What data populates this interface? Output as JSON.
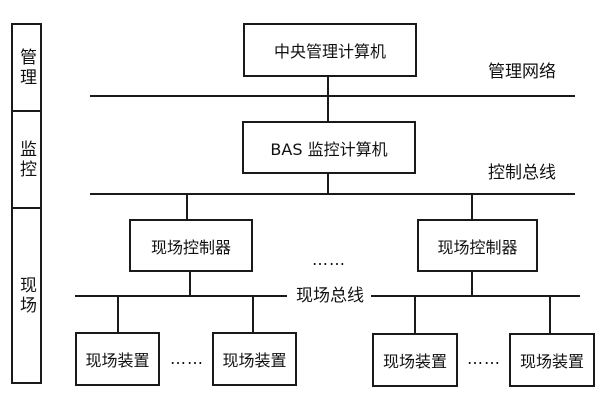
{
  "sidebar": {
    "levels": [
      {
        "label": "管理"
      },
      {
        "label": "监控"
      },
      {
        "label": "现场"
      }
    ]
  },
  "diagram": {
    "central_computer": {
      "label": "中央管理计算机"
    },
    "bas_computer": {
      "label": "BAS 监控计算机"
    },
    "buses": {
      "management_network": {
        "label": "管理网络"
      },
      "control_bus": {
        "label": "控制总线"
      },
      "field_bus": {
        "label": "现场总线"
      }
    },
    "field_controllers": [
      {
        "label": "现场控制器"
      },
      {
        "label": "现场控制器"
      }
    ],
    "field_devices": [
      {
        "label": "现场装置"
      },
      {
        "label": "现场装置"
      },
      {
        "label": "现场装置"
      },
      {
        "label": "现场装置"
      }
    ],
    "ellipsis": "……",
    "colors": {
      "line": "#1a1a1a",
      "background": "#ffffff",
      "text": "#111111"
    }
  }
}
